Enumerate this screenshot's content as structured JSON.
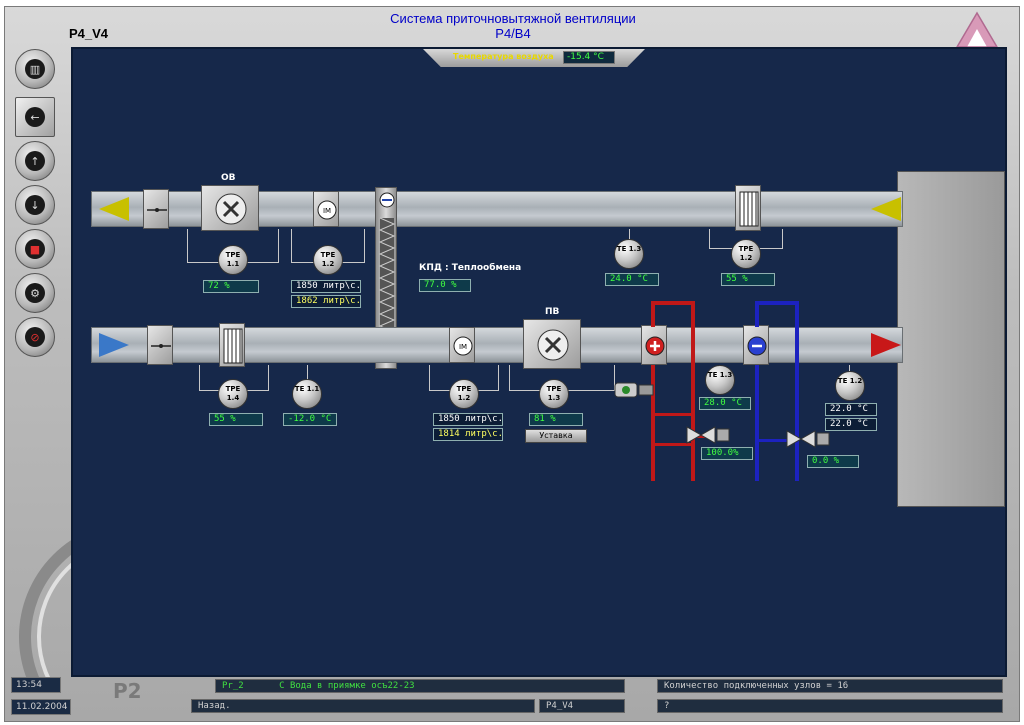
{
  "header": {
    "title": "Система приточновытяжной вентиляции",
    "subtitle": "P4/B4",
    "screen_id": "P4_V4"
  },
  "outdoor_temp": {
    "label": "Температура воздуха",
    "value": "-15.4 °C"
  },
  "exhaust": {
    "fan_label": "ОВ",
    "sensors": [
      {
        "id": "tpe11",
        "label": "TPE 1.1",
        "values": [
          "72   %"
        ]
      },
      {
        "id": "tpe12",
        "label": "TPE 1.2",
        "values": [
          "1850 литр\\с.",
          "1862 литр\\с."
        ]
      },
      {
        "id": "te13",
        "label": "TE 1.3",
        "values": [
          "24.0 °C"
        ]
      },
      {
        "id": "tpe12b",
        "label": "TPE 1.2",
        "values": [
          "55   %"
        ]
      }
    ]
  },
  "heat_exchange": {
    "label": "КПД : Теплообмена",
    "value": "77.0 %"
  },
  "supply": {
    "fan_label": "ПВ",
    "sensors": [
      {
        "id": "tpe14",
        "label": "TPE 1.4",
        "values": [
          "55   %"
        ]
      },
      {
        "id": "te11",
        "label": "TE 1.1",
        "values": [
          "-12.0 °C"
        ]
      },
      {
        "id": "tpe12s",
        "label": "TPE 1.2",
        "values": [
          "1850 литр\\с.",
          "1814 литр\\с."
        ]
      },
      {
        "id": "tpe13",
        "label": "TPE 1.3",
        "values": [
          "81   %"
        ]
      },
      {
        "id": "te13s",
        "label": "TE 1.3",
        "values": [
          "28.0 °C"
        ]
      },
      {
        "id": "te12",
        "label": "TE 1.2",
        "values": [
          "22.0 °C",
          "22.0 °C"
        ]
      }
    ],
    "fan_button": "Уставка",
    "heater_valve": "100.0%",
    "cooler_valve": "0.0  %"
  },
  "sidebar": {
    "buttons": [
      {
        "name": "overview-button",
        "glyph": "▥"
      },
      {
        "name": "back-button",
        "glyph": "←"
      },
      {
        "name": "up-button",
        "glyph": "↑"
      },
      {
        "name": "down-button",
        "glyph": "↓"
      },
      {
        "name": "stop-button",
        "glyph": "■"
      },
      {
        "name": "settings-button",
        "glyph": "⚙"
      },
      {
        "name": "alarm-off-button",
        "glyph": "⊘"
      }
    ]
  },
  "status": {
    "time": "13:54",
    "date": "11.02.2004",
    "panel_label": "P2",
    "alarm_code": "Pr_2",
    "alarm_text": "С  Вода в  приямке осъ22-23",
    "back_label": "Назад.",
    "page_name": "P4_V4",
    "nodes_text": "Количество подключенных узлов = 16",
    "help": "?"
  },
  "colors": {
    "panel_bg": "#16284a",
    "value_green": "#40ff40",
    "heater_pipe": "#c01818",
    "cooler_pipe": "#1c22c0",
    "exhaust_arrow": "#c8c000",
    "supply_in_arrow": "#3a78c8",
    "supply_out_arrow": "#c81818"
  }
}
